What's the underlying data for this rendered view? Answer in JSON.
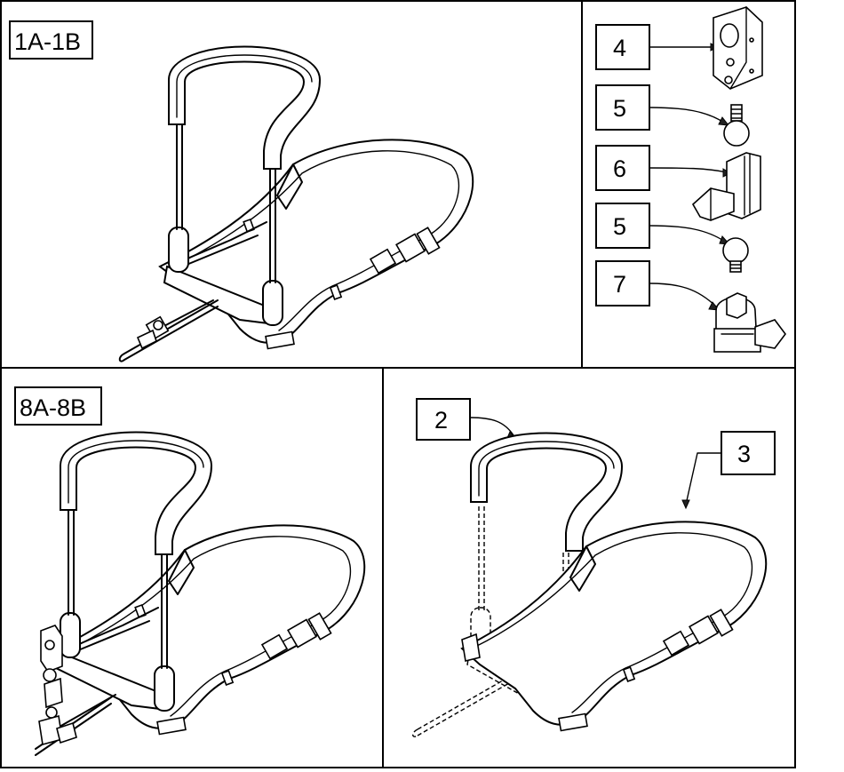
{
  "panels": {
    "top_left": {
      "label": "1A-1B"
    },
    "bottom_left": {
      "label": "8A-8B"
    },
    "top_right": {
      "callouts": [
        {
          "number": "4",
          "part": "clamp-block"
        },
        {
          "number": "5",
          "part": "ball-joint"
        },
        {
          "number": "6",
          "part": "split-clamp-with-knob"
        },
        {
          "number": "5",
          "part": "ball-joint"
        },
        {
          "number": "7",
          "part": "mounting-clamp"
        }
      ]
    },
    "bottom_right": {
      "callouts": [
        {
          "number": "2",
          "part": "u-shaped-pad"
        },
        {
          "number": "3",
          "part": "strap"
        }
      ]
    }
  },
  "colors": {
    "ink": "#000000",
    "background": "#ffffff"
  }
}
